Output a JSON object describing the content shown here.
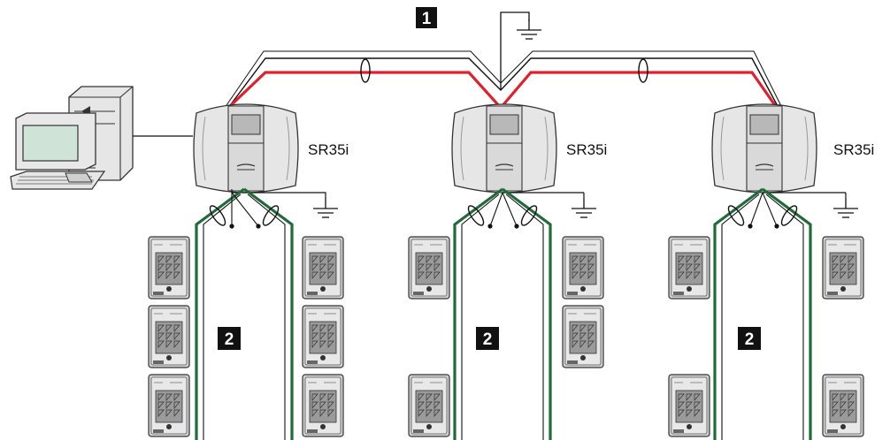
{
  "bus_badge": "1",
  "units": [
    {
      "label": "SR35i",
      "badge": "2"
    },
    {
      "label": "SR35i",
      "badge": "2"
    },
    {
      "label": "SR35i",
      "badge": "2"
    }
  ],
  "colors": {
    "bus_pair": "#e0202a",
    "reader_pair": "#1f6b3a",
    "cable": "#111111",
    "device_body": "#e4e4e4",
    "keypad_face": "#9a9a9a",
    "badge_bg": "#111111",
    "screen": "#cfe3d7"
  },
  "icons": [
    "pc-workstation-icon",
    "ground-icon",
    "keypad-reader-icon",
    "cable-shield-icon"
  ]
}
